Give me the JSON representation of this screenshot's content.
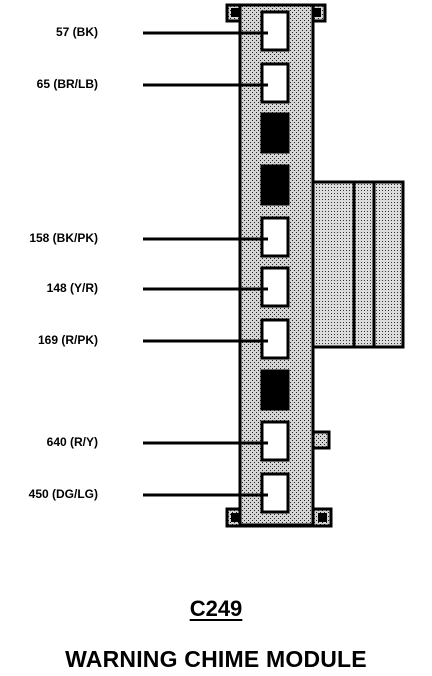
{
  "connector": {
    "id": "C249",
    "component": "WARNING CHIME MODULE",
    "pins": [
      {
        "label": "57 (BK)",
        "state": "wired"
      },
      {
        "label": "65 (BR/LB)",
        "state": "wired"
      },
      {
        "label": "",
        "state": "blocked"
      },
      {
        "label": "",
        "state": "blocked"
      },
      {
        "label": "158 (BK/PK)",
        "state": "wired"
      },
      {
        "label": "148 (Y/R)",
        "state": "wired"
      },
      {
        "label": "169 (R/PK)",
        "state": "wired"
      },
      {
        "label": "",
        "state": "blocked"
      },
      {
        "label": "640 (R/Y)",
        "state": "wired"
      },
      {
        "label": "450 (DG/LG)",
        "state": "wired"
      }
    ]
  },
  "colors": {
    "ink": "#000000",
    "housing_fill": "#c9c9c9",
    "cavity_fill": "#ffffff",
    "blocked_fill": "#000000"
  }
}
